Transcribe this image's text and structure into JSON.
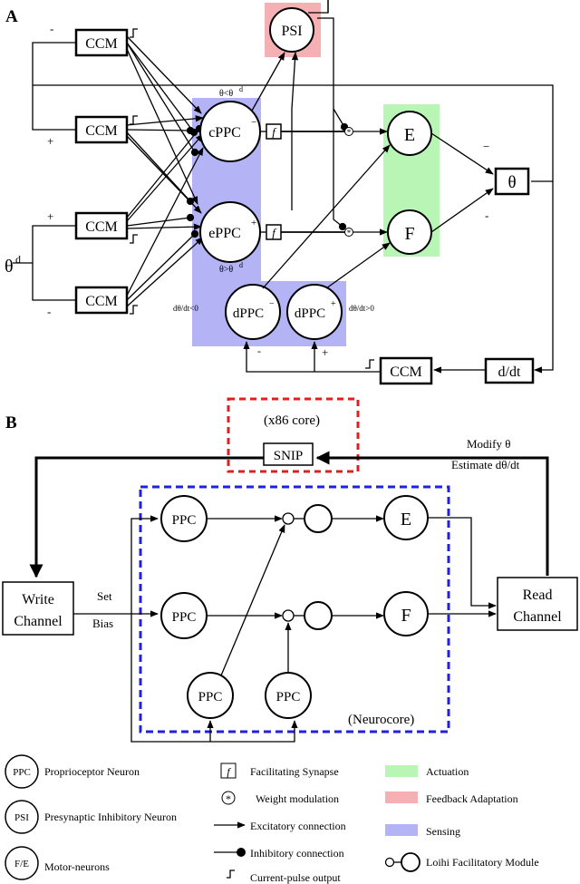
{
  "panel_a": {
    "label": "A",
    "ccm": "CCM",
    "psi": "PSI",
    "cppc_minus": "cPPC",
    "cppc_plus": "ePPC",
    "minus_sup": "−",
    "plus_sup": "+",
    "dppc": "dPPC",
    "e": "E",
    "f": "F",
    "theta": "θ",
    "theta_d": "θ",
    "theta_d_sup": "d",
    "ddt": "d/dt",
    "cond_top": "θ<θ",
    "cond_bottom": "θ>θ",
    "cond_sup": "d",
    "dtheta_neg": "dθ/dt<0",
    "dtheta_pos": "dθ/dt>0",
    "facil": "f",
    "sign_minus": "-",
    "sign_plus": "+",
    "sign_minus2": "−"
  },
  "panel_b": {
    "label": "B",
    "x86": "(x86 core)",
    "snip": "SNIP",
    "modify": "Modify θ",
    "estimate": "Estimate dθ/dt",
    "write1": "Write",
    "write2": "Channel",
    "read1": "Read",
    "read2": "Channel",
    "set": "Set",
    "bias": "Bias",
    "ppc": "PPC",
    "e": "E",
    "f": "F",
    "neurocore": "(Neurocore)"
  },
  "legend": {
    "ppc_sym": "PPC",
    "ppc_text": "Proprioceptor Neuron",
    "psi_sym": "PSI",
    "psi_text": "Presynaptic Inhibitory Neuron",
    "fe_sym": "F/E",
    "fe_text": "Motor-neurons",
    "f_sym": "f",
    "f_text": "Facilitating Synapse",
    "wm_sym": "*",
    "wm_text": "Weight modulation",
    "exc_text": "Excitatory connection",
    "inh_text": "Inhibitory connection",
    "pulse_text": "Current-pulse output",
    "act_text": "Actuation",
    "fb_text": "Feedback Adaptation",
    "sens_text": "Sensing",
    "loihi_text": "Loihi Facilitatory Module"
  },
  "colors": {
    "actuation": "#b9f5b4",
    "feedback": "#f5b0b4",
    "sensing": "#b3b3f5",
    "x86_border": "#e02020",
    "neurocore_border": "#2020e0"
  }
}
